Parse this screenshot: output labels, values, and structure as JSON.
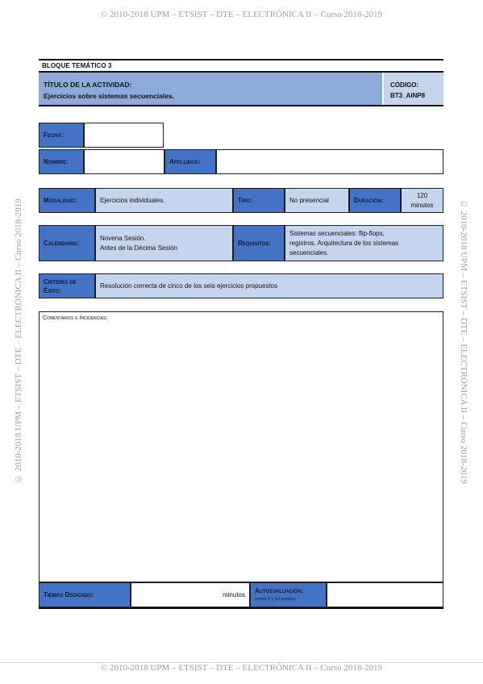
{
  "watermark": {
    "text": "© 2010-2018 UPM – ETSIST – DTE – ELECTRÓNICA II – Curso 2018-2019"
  },
  "form": {
    "bloque": "BLOQUE TEMÁTICO 3",
    "titulo_label": "TÍTULO DE LA ACTIVIDAD:",
    "titulo_value": "Ejercicios sobre sistemas secuenciales.",
    "codigo_label": "CÓDIGO:",
    "codigo_value": "BT3_AINP8",
    "fecha_label": "Fecha:",
    "fecha_value": "",
    "nombre_label": "Nombre:",
    "nombre_value": "",
    "apellidos_label": "Apellidos:",
    "apellidos_value": "",
    "modalidad_label": "Modalidad:",
    "modalidad_value": "Ejercicios individuales.",
    "tipo_label": "Tipo:",
    "tipo_value": "No presencial",
    "duracion_label": "Duración:",
    "duracion_value_num": "120",
    "duracion_value_unit": "minutos",
    "calendario_label": "Calendario:",
    "calendario_line1": "Novena Sesión.",
    "calendario_line2": "Antes de la Décima Sesión",
    "requisitos_label": "Requisitos:",
    "requisitos_line1": "Sistemas secuenciales: flip-flops,",
    "requisitos_line2": "registros. Arquitectura de los sistemas",
    "requisitos_line3": "secuenciales.",
    "criterio_line1": "Criterio de",
    "criterio_line2": "Éxito:",
    "criterio_value": "Resolución correcta de cinco de los seis ejercicios propuestos",
    "comentarios_label": "Comentarios e Incidencias:",
    "comentarios_value": "",
    "tiempo_label": "Tiempo Dedicado:",
    "tiempo_unit": "minutos",
    "autoeval_label": "Autoevaluación:",
    "autoeval_note": "(entre 0 y 10 puntos)",
    "autoeval_value": ""
  }
}
